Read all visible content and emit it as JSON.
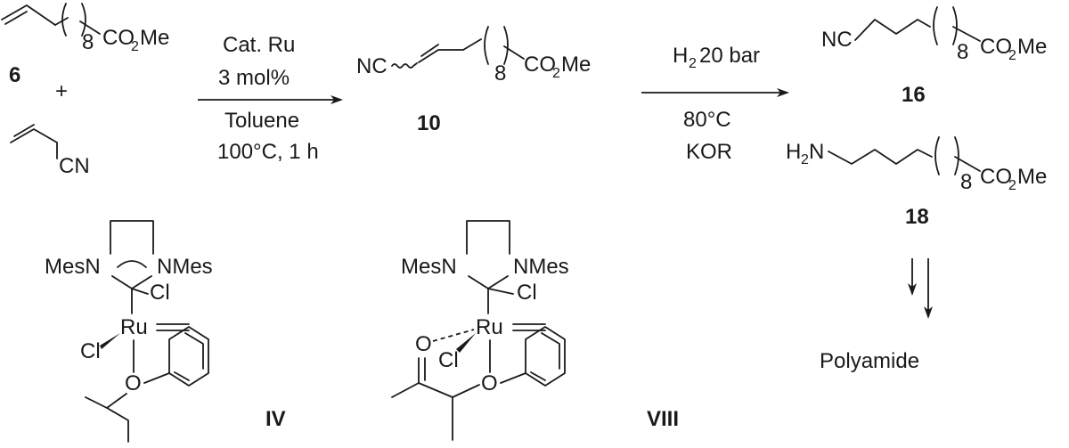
{
  "compounds": {
    "c6": {
      "label": "6",
      "ester_sub": "8",
      "ester": "CO",
      "ester_2": "2",
      "ester_me": "Me"
    },
    "plus": "+",
    "acrylonitrile": {
      "cn": "CN"
    },
    "c10": {
      "label": "10",
      "nc": "NC",
      "sub": "8",
      "ester": "CO",
      "ester_2": "2",
      "ester_me": "Me"
    },
    "c16": {
      "label": "16",
      "nc": "NC",
      "sub": "8",
      "ester": "CO",
      "ester_2": "2",
      "ester_me": "Me"
    },
    "c18": {
      "label": "18",
      "h2n": "H",
      "h2n_2": "2",
      "h2n_n": "N",
      "sub": "8",
      "ester": "CO",
      "ester_2": "2",
      "ester_me": "Me"
    },
    "product": "Polyamide"
  },
  "step1": {
    "line1": "Cat. Ru",
    "line2": "3 mol%",
    "line3": "Toluene",
    "line4": "100°C, 1 h"
  },
  "step2": {
    "line1_h": "H",
    "line1_2": "2",
    "line1_rest": "20 bar",
    "line2": "80°C",
    "line3": "KOR"
  },
  "catalysts": {
    "iv": {
      "label": "IV",
      "mesn": "MesN",
      "nmes": "NMes",
      "ru": "Ru",
      "cl1": "Cl",
      "cl2": "Cl",
      "o": "O"
    },
    "viii": {
      "label": "VIII",
      "mesn": "MesN",
      "nmes": "NMes",
      "ru": "Ru",
      "cl1": "Cl",
      "cl2": "Cl",
      "o1": "O",
      "o2": "O"
    }
  }
}
